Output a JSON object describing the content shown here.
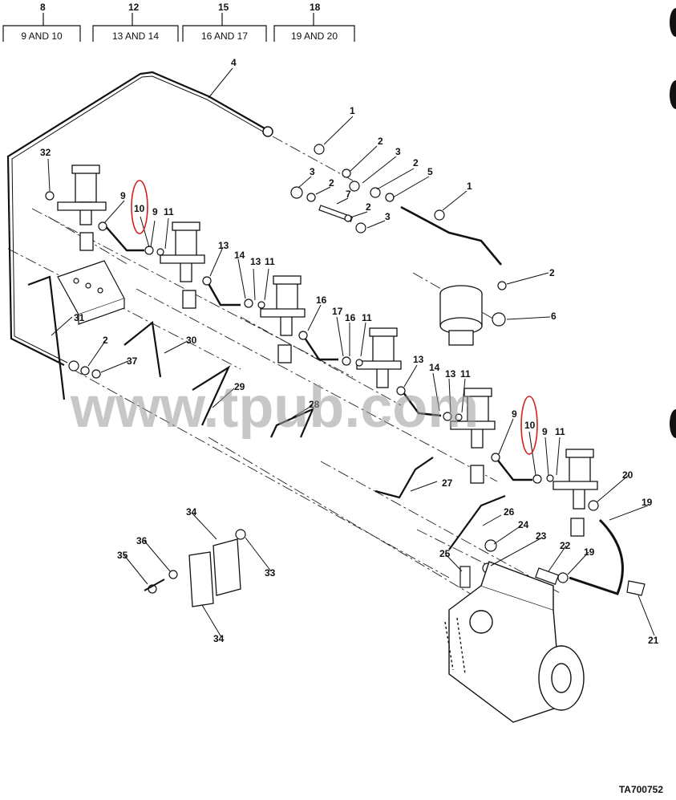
{
  "header": {
    "refs": [
      {
        "num": "8",
        "label": "9 AND 10"
      },
      {
        "num": "12",
        "label": "13 AND 14"
      },
      {
        "num": "15",
        "label": "16 AND 17"
      },
      {
        "num": "18",
        "label": "19 AND 20"
      }
    ]
  },
  "callouts": [
    "1",
    "2",
    "3",
    "2",
    "5",
    "3",
    "2",
    "7",
    "2",
    "3",
    "1",
    "2",
    "6",
    "4",
    "32",
    "9",
    "10",
    "9",
    "11",
    "13",
    "14",
    "13",
    "11",
    "16",
    "17",
    "16",
    "11",
    "13",
    "14",
    "13",
    "11",
    "9",
    "10",
    "9",
    "11",
    "31",
    "2",
    "37",
    "30",
    "29",
    "28",
    "27",
    "26",
    "24",
    "23",
    "25",
    "22",
    "19",
    "20",
    "19",
    "21",
    "34",
    "33",
    "36",
    "35",
    "34"
  ],
  "watermark": "www.tpub.com",
  "figure_id": "TA700752",
  "highlight_color": "#d42020"
}
